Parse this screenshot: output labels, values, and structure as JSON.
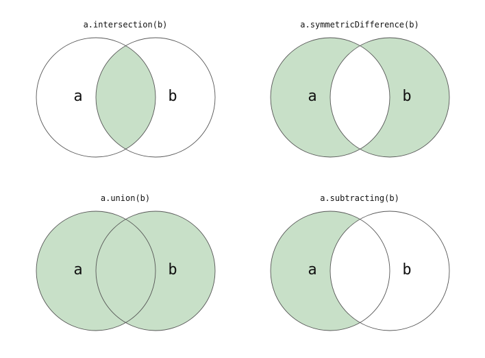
{
  "colors": {
    "fill": "#c8e0c8",
    "stroke": "#555555",
    "background": "#ffffff"
  },
  "diagrams": [
    {
      "title": "a.intersection(b)",
      "operation": "intersection",
      "left_label": "a",
      "right_label": "b"
    },
    {
      "title": "a.symmetricDifference(b)",
      "operation": "symmetricDifference",
      "left_label": "a",
      "right_label": "b"
    },
    {
      "title": "a.union(b)",
      "operation": "union",
      "left_label": "a",
      "right_label": "b"
    },
    {
      "title": "a.subtracting(b)",
      "operation": "subtracting",
      "left_label": "a",
      "right_label": "b"
    }
  ]
}
